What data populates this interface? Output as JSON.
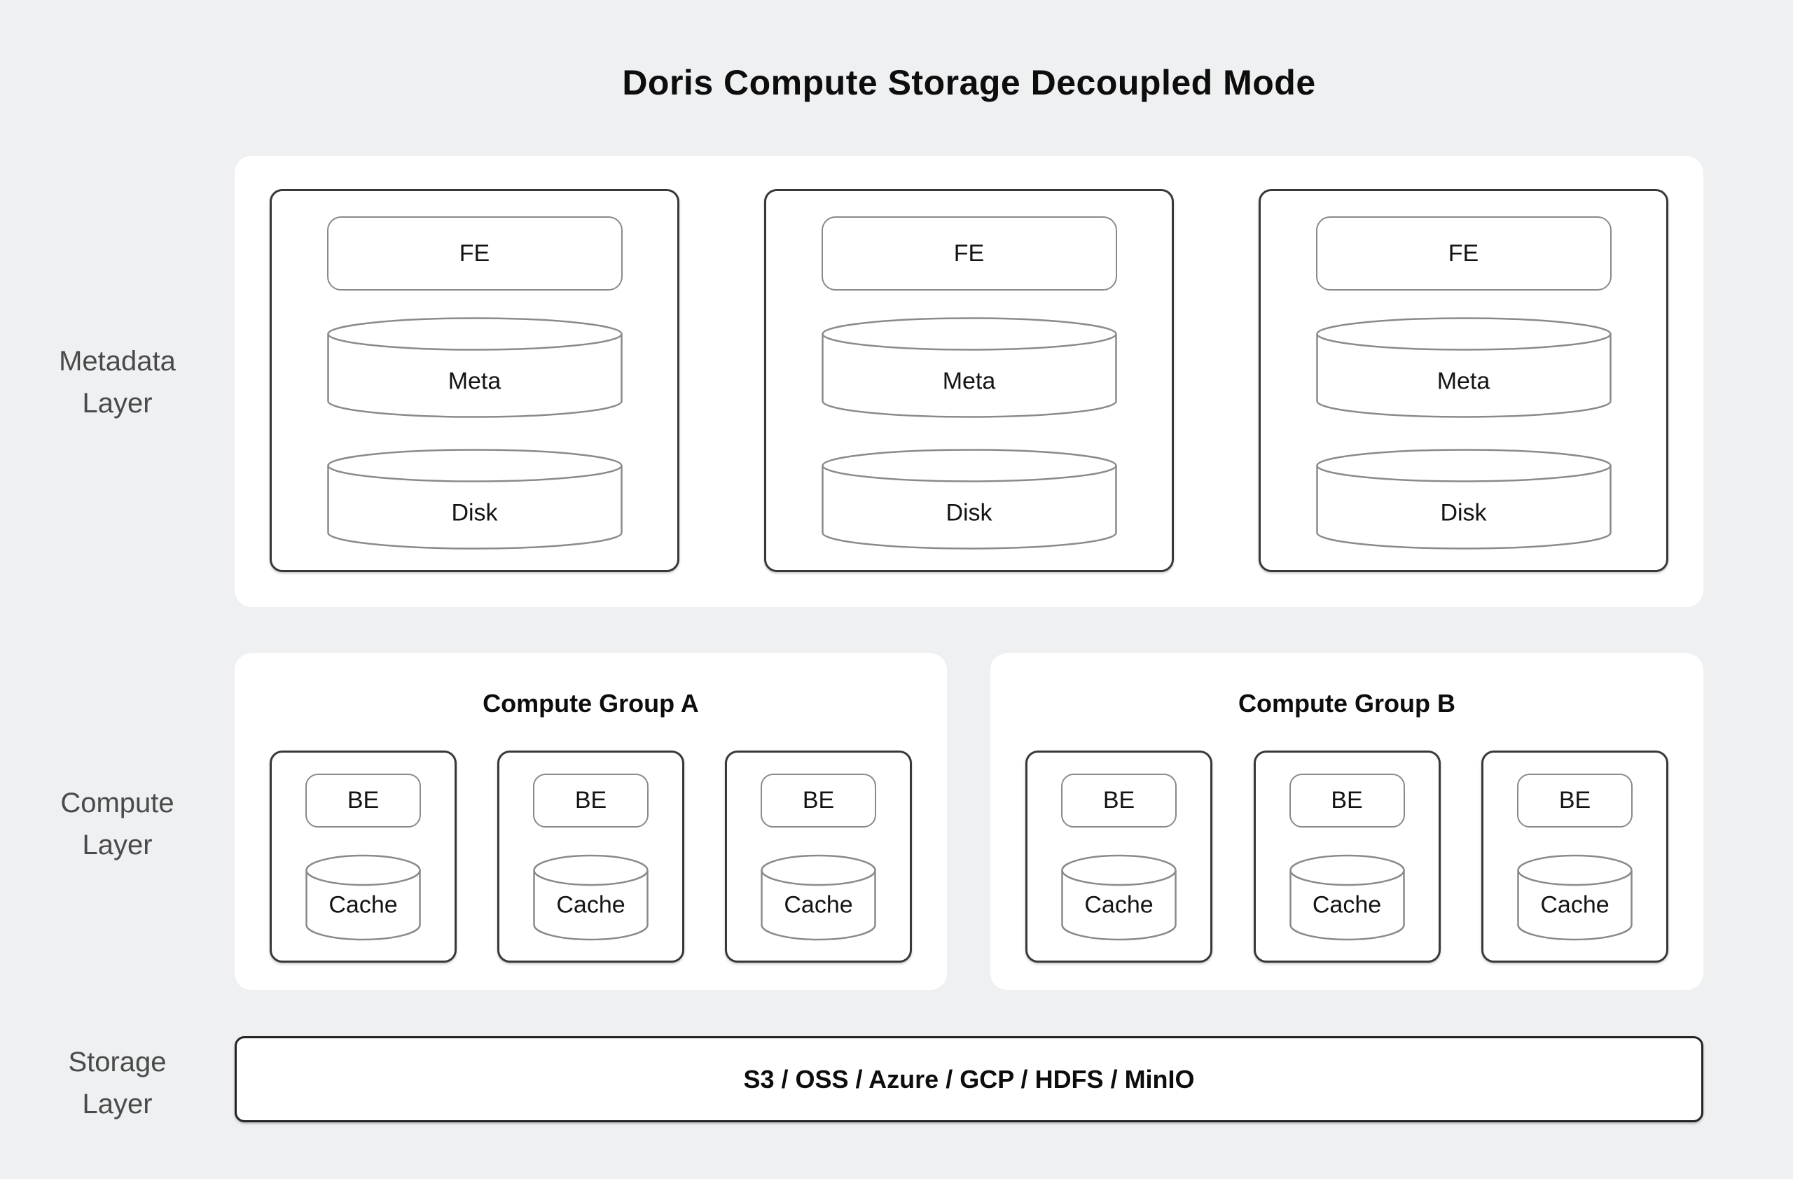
{
  "title": "Doris Compute Storage Decoupled Mode",
  "metadata_layer": {
    "label": [
      "Metadata",
      "Layer"
    ],
    "nodes": [
      {
        "fe": "FE",
        "meta": "Meta",
        "disk": "Disk"
      },
      {
        "fe": "FE",
        "meta": "Meta",
        "disk": "Disk"
      },
      {
        "fe": "FE",
        "meta": "Meta",
        "disk": "Disk"
      }
    ]
  },
  "compute_layer": {
    "label": [
      "Compute",
      "Layer"
    ],
    "groups": [
      {
        "title": "Compute Group A",
        "nodes": [
          {
            "be": "BE",
            "cache": "Cache"
          },
          {
            "be": "BE",
            "cache": "Cache"
          },
          {
            "be": "BE",
            "cache": "Cache"
          }
        ]
      },
      {
        "title": "Compute Group B",
        "nodes": [
          {
            "be": "BE",
            "cache": "Cache"
          },
          {
            "be": "BE",
            "cache": "Cache"
          },
          {
            "be": "BE",
            "cache": "Cache"
          }
        ]
      }
    ]
  },
  "storage_layer": {
    "label": [
      "Storage",
      "Layer"
    ],
    "text": "S3 / OSS / Azure / GCP / HDFS / MinIO"
  },
  "colors": {
    "background": "#eef0f2",
    "panel": "#ffffff",
    "node_border": "#383838",
    "shape_border": "#8a8a8a",
    "layer_label_text": "#4a4a4a",
    "text": "#0d0d0d"
  }
}
